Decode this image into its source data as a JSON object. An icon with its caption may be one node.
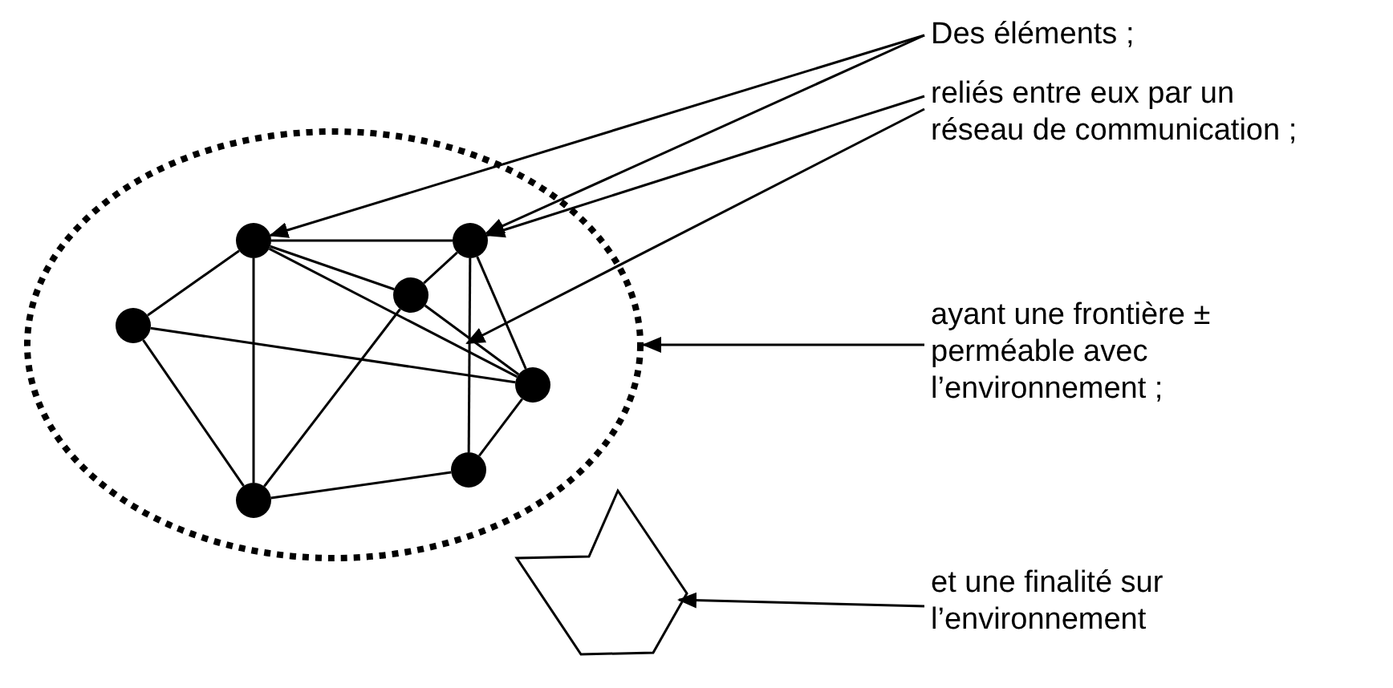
{
  "diagram": {
    "nodes": [
      {
        "text": [],
        "shape": "ellipse"
      },
      {
        "text": [],
        "shape": "circle",
        "in": 0
      },
      {
        "text": [],
        "shape": "circle",
        "in": 0
      },
      {
        "text": [],
        "shape": "circle",
        "in": 0
      },
      {
        "text": [],
        "shape": "circle",
        "in": 0
      },
      {
        "text": [],
        "shape": "circle",
        "in": 0
      },
      {
        "text": [],
        "shape": "circle",
        "in": 0
      },
      {
        "text": [],
        "shape": "circle",
        "in": 0
      },
      {
        "text": [],
        "shape": "pentagon"
      },
      {
        "text": [
          "Des éléments ;"
        ]
      },
      {
        "text": [
          "reliés entre eux par un réseau de communication ;"
        ]
      },
      {
        "text": [
          "ayant une frontière ± perméable avec l’environnement ;"
        ]
      },
      {
        "text": [
          "et une finalité sur l’environnement"
        ]
      }
    ],
    "edges": [
      {
        "from": 9,
        "to": 1,
        "arrow": "to"
      },
      {
        "from": 9,
        "to": 2,
        "arrow": "to"
      },
      {
        "from": 10,
        "to": 2,
        "arrow": "to"
      },
      {
        "from": 10,
        "to": null,
        "arrow": "to"
      },
      {
        "from": 11,
        "to": 0,
        "arrow": "to"
      },
      {
        "from": 12,
        "to": 8,
        "arrow": "to"
      },
      {
        "from": 1,
        "to": 2,
        "arrow": "none"
      },
      {
        "from": 1,
        "to": 4,
        "arrow": "none"
      },
      {
        "from": 1,
        "to": 7,
        "arrow": "none"
      },
      {
        "from": 1,
        "to": 3,
        "arrow": "none"
      },
      {
        "from": 1,
        "to": 5,
        "arrow": "none"
      },
      {
        "from": 3,
        "to": 5,
        "arrow": "none"
      },
      {
        "from": 2,
        "to": 3,
        "arrow": "none"
      },
      {
        "from": 2,
        "to": 5,
        "arrow": "none"
      },
      {
        "from": 2,
        "to": 6,
        "arrow": "none"
      },
      {
        "from": 4,
        "to": 5,
        "arrow": "none"
      },
      {
        "from": 4,
        "to": 7,
        "arrow": "none"
      },
      {
        "from": 7,
        "to": 3,
        "arrow": "none"
      },
      {
        "from": 7,
        "to": 6,
        "arrow": "none"
      },
      {
        "from": 6,
        "to": 5,
        "arrow": "none"
      }
    ]
  }
}
